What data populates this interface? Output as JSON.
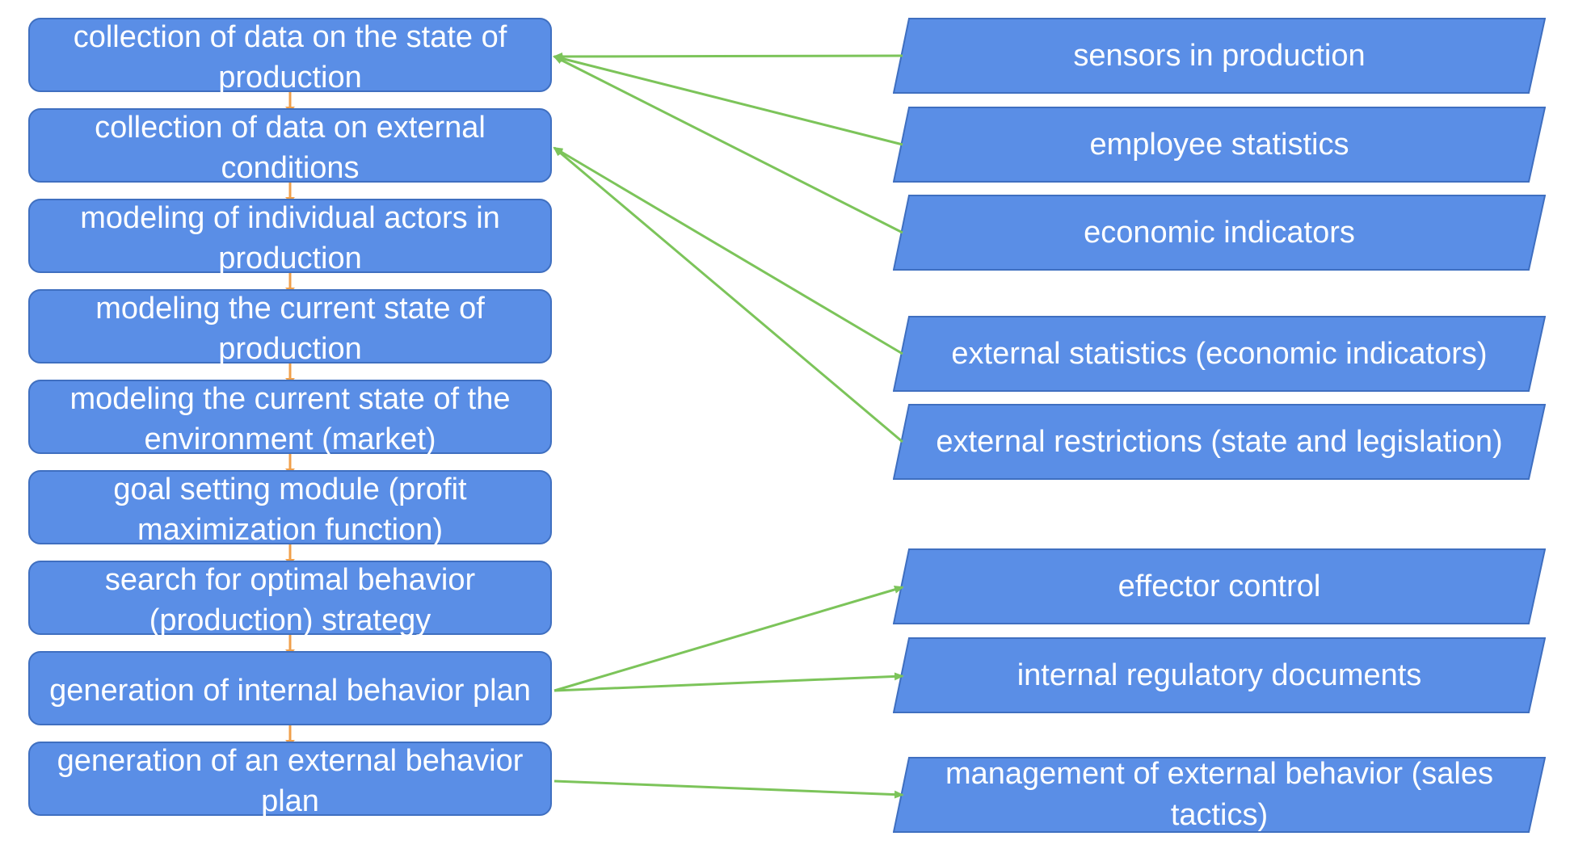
{
  "process_steps": [
    {
      "label": "collection of data on the state of production"
    },
    {
      "label": "collection of data on external conditions"
    },
    {
      "label": "modeling of individual actors in production"
    },
    {
      "label": "modeling the current state of production"
    },
    {
      "label": "modeling the current state of the environment (market)"
    },
    {
      "label": "goal setting module (profit maximization function)"
    },
    {
      "label": "search for optimal behavior (production) strategy"
    },
    {
      "label": "generation of internal behavior plan"
    },
    {
      "label": "generation of an external behavior plan"
    }
  ],
  "external_items": [
    {
      "label": "sensors in production"
    },
    {
      "label": "employee statistics"
    },
    {
      "label": "economic indicators"
    },
    {
      "label": "external statistics (economic indicators)"
    },
    {
      "label": "external restrictions (state and legislation)"
    },
    {
      "label": "effector control"
    },
    {
      "label": "internal regulatory documents"
    },
    {
      "label": "management of external behavior (sales tactics)"
    }
  ],
  "links": [
    {
      "from": "sensors in production",
      "to": "collection of data on the state of production"
    },
    {
      "from": "employee statistics",
      "to": "collection of data on the state of production"
    },
    {
      "from": "economic indicators",
      "to": "collection of data on the state of production"
    },
    {
      "from": "external statistics (economic indicators)",
      "to": "collection of data on external conditions"
    },
    {
      "from": "external restrictions (state and legislation)",
      "to": "collection of data on external conditions"
    },
    {
      "from": "generation of internal behavior plan",
      "to": "effector control"
    },
    {
      "from": "generation of internal behavior plan",
      "to": "internal regulatory documents"
    },
    {
      "from": "generation of an external behavior plan",
      "to": "management of external behavior (sales tactics)"
    }
  ],
  "colors": {
    "box_fill": "#5a8ee6",
    "box_border": "#3f6fc0",
    "text": "#ffffff",
    "link_arrow": "#7cc45a",
    "step_connector": "#f0a04b"
  }
}
